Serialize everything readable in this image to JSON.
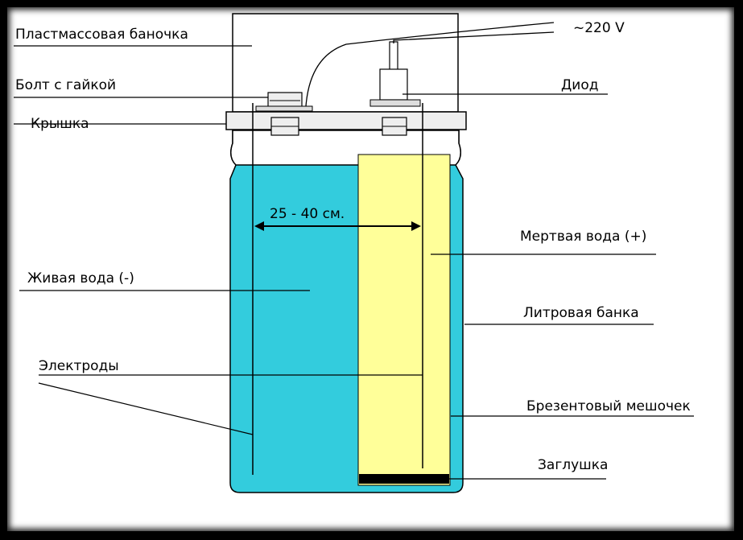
{
  "labels": {
    "plastic_jar": "Пластмассовая баночка",
    "bolt_nut": "Болт с гайкой",
    "lid": "Крышка",
    "voltage": "~220 V",
    "diode": "Диод",
    "distance": "25 - 40 см.",
    "dead_water": "Мертвая вода (+)",
    "live_water": "Живая вода (-)",
    "liter_jar": "Литровая банка",
    "electrodes": "Электроды",
    "canvas_bag": "Брезентовый мешочек",
    "plug": "Заглушка"
  },
  "colors": {
    "water": "#33ccdd",
    "bag": "#ffff99",
    "lid": "#eeeeee",
    "plug": "#000000",
    "frame": "#000000"
  }
}
